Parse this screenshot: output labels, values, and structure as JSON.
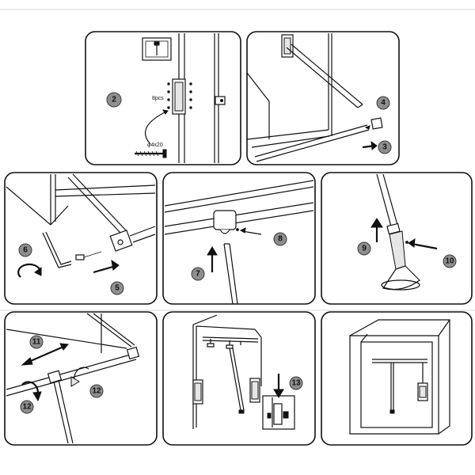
{
  "manual": {
    "panels": [
      {
        "step_labels": [
          "2"
        ],
        "screw_count": "8pcs",
        "screw_size": "φ4x20"
      },
      {
        "step_labels": [
          "4",
          "3"
        ]
      },
      {
        "step_labels": [
          "6",
          "5"
        ]
      },
      {
        "step_labels": [
          "8",
          "7"
        ]
      },
      {
        "step_labels": [
          "9",
          "10"
        ]
      },
      {
        "step_labels": [
          "11",
          "12",
          "12"
        ]
      },
      {
        "step_labels": [
          "13"
        ]
      },
      {
        "step_labels": []
      }
    ]
  }
}
